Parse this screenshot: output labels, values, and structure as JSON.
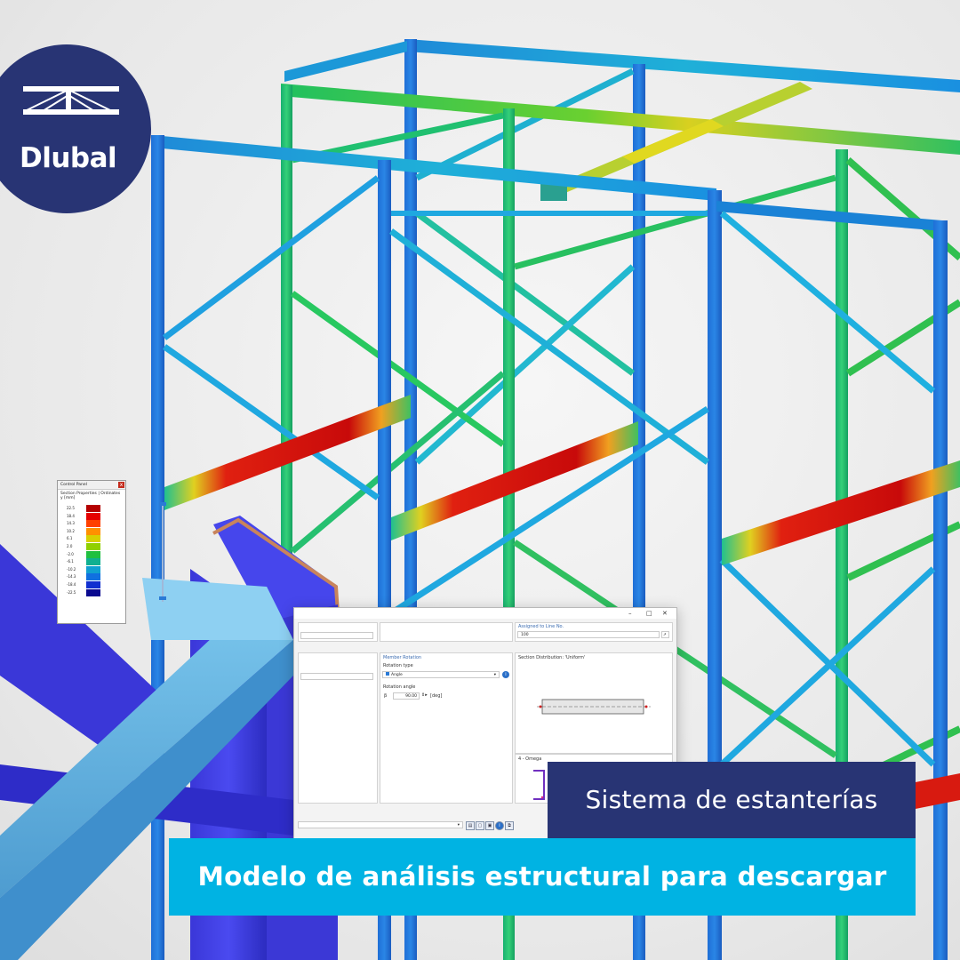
{
  "brand": {
    "logo_text": "Dlubal",
    "logo_color": "#283474"
  },
  "control_panel": {
    "title": "Control Panel",
    "subtitle": "Section Properties | Ordinates",
    "unit": "y [mm]",
    "legend_values": [
      "22.5",
      "18.4",
      "14.3",
      "10.2",
      "6.1",
      "2.0",
      "-2.0",
      "-6.1",
      "-10.2",
      "-14.3",
      "-18.4",
      "-22.5"
    ],
    "legend_colors": [
      "#b40000",
      "#e60000",
      "#ff4000",
      "#ff9000",
      "#d8d000",
      "#90d000",
      "#20c040",
      "#10b090",
      "#10a0d0",
      "#1070e0",
      "#1030d0",
      "#0a0a90"
    ],
    "close_glyph": "x"
  },
  "dialog": {
    "assigned_label": "Assigned to Line No.",
    "assigned_value": "100",
    "member_rotation": {
      "header": "Member Rotation",
      "rotation_type_label": "Rotation type",
      "rotation_type_value": "Angle",
      "rotation_angle_label": "Rotation angle",
      "beta_symbol": "β",
      "angle_value": "90.00",
      "angle_unit": "[deg]"
    },
    "section_distribution": "Section Distribution: 'Uniform'",
    "section_name": "4 - Omega",
    "controls": {
      "minimize": "–",
      "maximize": "□",
      "close": "✕"
    }
  },
  "banners": {
    "top": "Sistema de estanterías",
    "bottom": "Modelo de análisis estructural para descargar",
    "top_color": "#283474",
    "bottom_color": "#00b3e3"
  }
}
